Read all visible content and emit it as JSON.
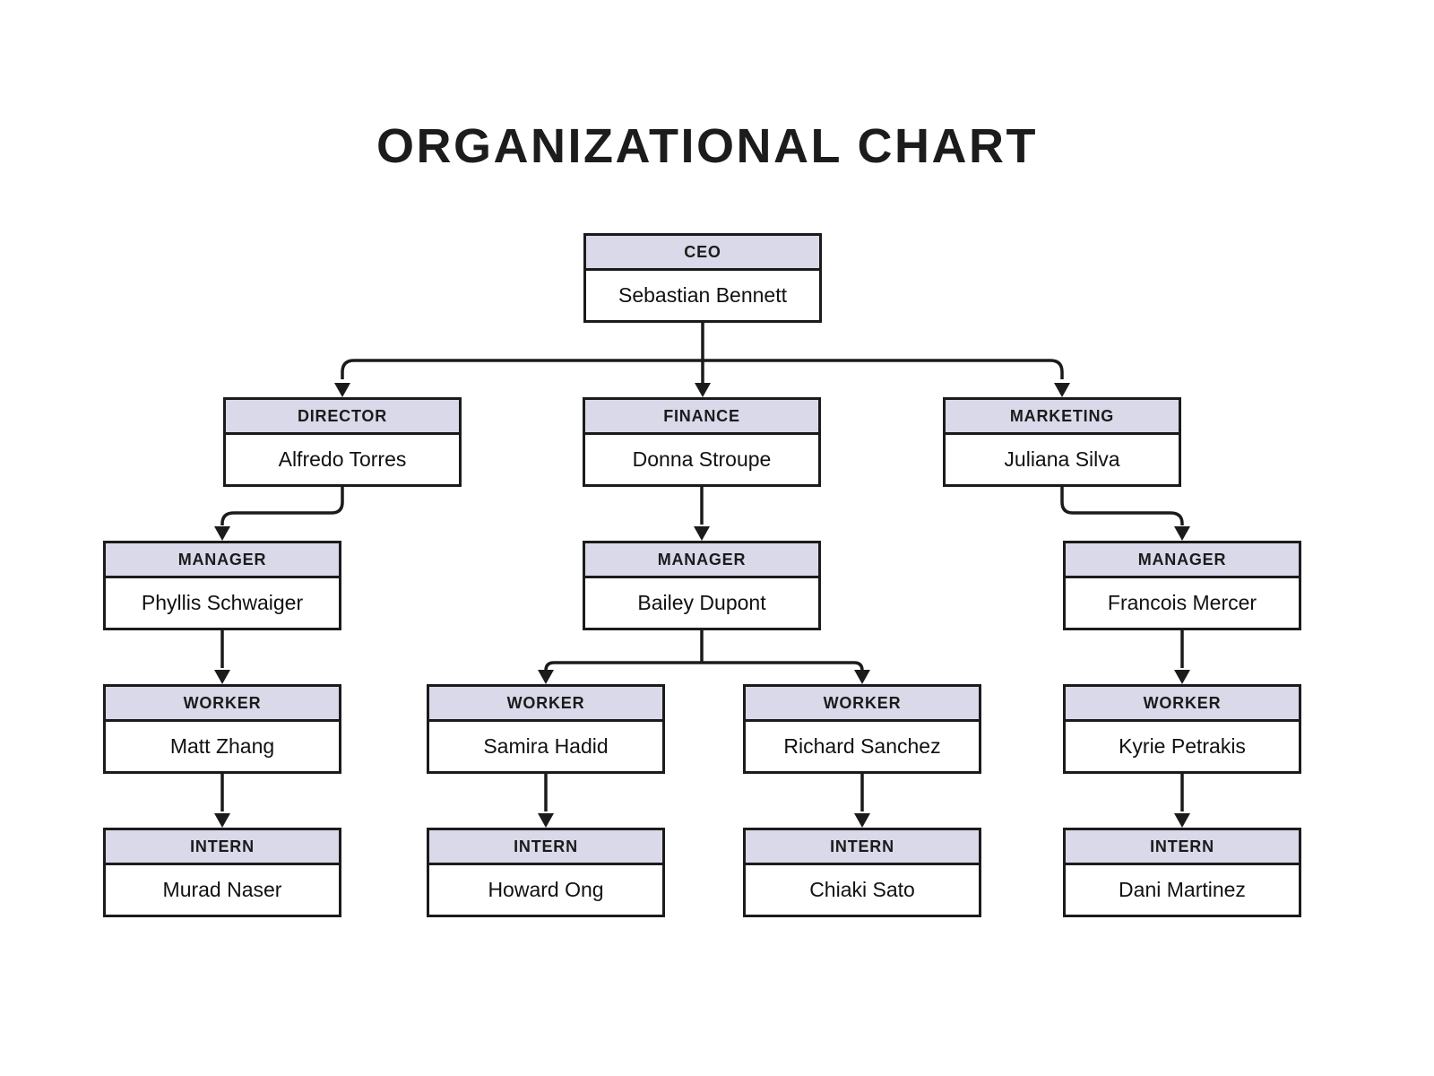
{
  "page": {
    "title": "ORGANIZATIONAL CHART"
  },
  "colors": {
    "header_fill": "#d9d9ea",
    "body_fill": "#ffffff",
    "border": "#1b1b1b",
    "connector": "#1b1b1b",
    "background": "#ffffff"
  },
  "nodes": [
    {
      "id": "ceo",
      "role": "CEO",
      "name": "Sebastian Bennett"
    },
    {
      "id": "director",
      "role": "DIRECTOR",
      "name": "Alfredo Torres"
    },
    {
      "id": "finance",
      "role": "FINANCE",
      "name": "Donna Stroupe"
    },
    {
      "id": "marketing",
      "role": "MARKETING",
      "name": "Juliana Silva"
    },
    {
      "id": "manager-director",
      "role": "MANAGER",
      "name": "Phyllis Schwaiger"
    },
    {
      "id": "manager-finance",
      "role": "MANAGER",
      "name": "Bailey Dupont"
    },
    {
      "id": "manager-marketing",
      "role": "MANAGER",
      "name": "Francois Mercer"
    },
    {
      "id": "worker-director",
      "role": "WORKER",
      "name": "Matt Zhang"
    },
    {
      "id": "worker-finance-1",
      "role": "WORKER",
      "name": "Samira Hadid"
    },
    {
      "id": "worker-finance-2",
      "role": "WORKER",
      "name": "Richard Sanchez"
    },
    {
      "id": "worker-marketing",
      "role": "WORKER",
      "name": "Kyrie Petrakis"
    },
    {
      "id": "intern-director",
      "role": "INTERN",
      "name": "Murad Naser"
    },
    {
      "id": "intern-finance-1",
      "role": "INTERN",
      "name": "Howard Ong"
    },
    {
      "id": "intern-finance-2",
      "role": "INTERN",
      "name": "Chiaki Sato"
    },
    {
      "id": "intern-marketing",
      "role": "INTERN",
      "name": "Dani Martinez"
    }
  ],
  "edges": [
    {
      "from": "ceo",
      "to": "director"
    },
    {
      "from": "ceo",
      "to": "finance"
    },
    {
      "from": "ceo",
      "to": "marketing"
    },
    {
      "from": "director",
      "to": "manager-director"
    },
    {
      "from": "finance",
      "to": "manager-finance"
    },
    {
      "from": "marketing",
      "to": "manager-marketing"
    },
    {
      "from": "manager-director",
      "to": "worker-director"
    },
    {
      "from": "manager-finance",
      "to": "worker-finance-1"
    },
    {
      "from": "manager-finance",
      "to": "worker-finance-2"
    },
    {
      "from": "manager-marketing",
      "to": "worker-marketing"
    },
    {
      "from": "worker-director",
      "to": "intern-director"
    },
    {
      "from": "worker-finance-1",
      "to": "intern-finance-1"
    },
    {
      "from": "worker-finance-2",
      "to": "intern-finance-2"
    },
    {
      "from": "worker-marketing",
      "to": "intern-marketing"
    }
  ]
}
